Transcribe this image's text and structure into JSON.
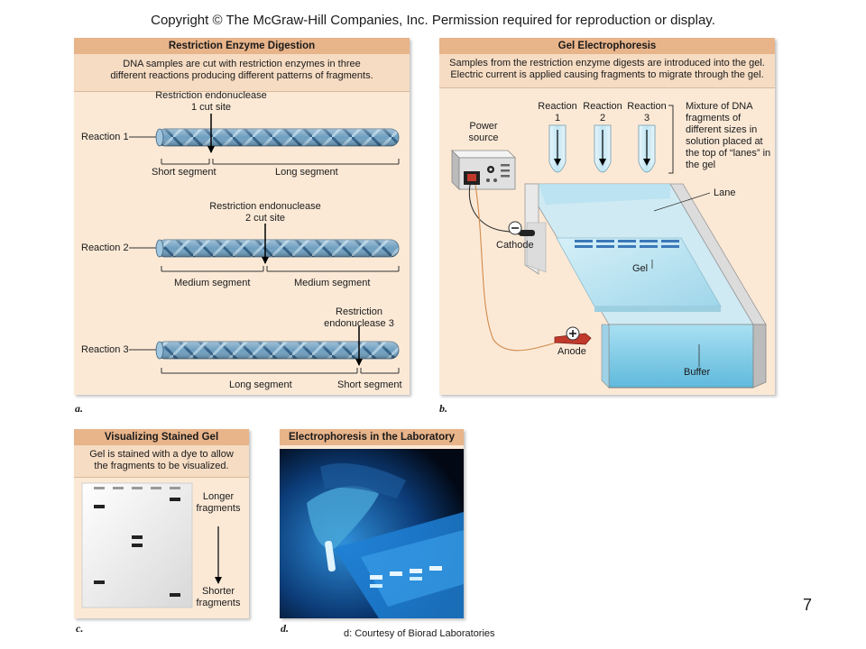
{
  "copyright": "Copyright © The McGraw-Hill Companies, Inc. Permission required for reproduction or display.",
  "panel_a": {
    "title": "Restriction Enzyme Digestion",
    "desc_line1": "DNA samples are cut with restriction enzymes in three",
    "desc_line2": "different reactions producing different patterns of fragments.",
    "reaction1": "Reaction 1",
    "reaction2": "Reaction 2",
    "reaction3": "Reaction 3",
    "enzyme1_line1": "Restriction endonuclease",
    "enzyme1_line2": "1 cut site",
    "enzyme2_line1": "Restriction endonuclease",
    "enzyme2_line2": "2 cut site",
    "enzyme3_line1": "Restriction",
    "enzyme3_line2": "endonuclease 3",
    "short_segment": "Short segment",
    "long_segment": "Long segment",
    "medium_segment": "Medium segment",
    "letter": "a."
  },
  "panel_b": {
    "title": "Gel Electrophoresis",
    "desc_line1": "Samples from the restriction enzyme digests are introduced into the gel.",
    "desc_line2": "Electric current is applied causing fragments to migrate through the gel.",
    "power_line1": "Power",
    "power_line2": "source",
    "reaction_word": "Reaction",
    "tube1": "1",
    "tube2": "2",
    "tube3": "3",
    "mixture_lines": [
      "Mixture of DNA",
      "fragments of",
      "different sizes in",
      "solution placed at",
      "the top of “lanes” in",
      "the gel"
    ],
    "lane": "Lane",
    "cathode": "Cathode",
    "gel": "Gel",
    "anode": "Anode",
    "buffer": "Buffer",
    "letter": "b."
  },
  "panel_c": {
    "title": "Visualizing Stained Gel",
    "desc_line1": "Gel is stained with a dye to allow",
    "desc_line2": "the fragments to be visualized.",
    "longer_line1": "Longer",
    "longer_line2": "fragments",
    "shorter_line1": "Shorter",
    "shorter_line2": "fragments",
    "letter": "c."
  },
  "panel_d": {
    "title": "Electrophoresis in the Laboratory",
    "letter": "d.",
    "credit": "d: Courtesy of Biorad Laboratories"
  },
  "page_number": "7",
  "colors": {
    "panel_bg": "#fbe9d6",
    "title_bar": "#e8b48a",
    "desc_bar": "#f6dcc3",
    "dna": "#5e8fb0",
    "gel": "#b8e2ef",
    "buffer": "#8fd3ea"
  }
}
